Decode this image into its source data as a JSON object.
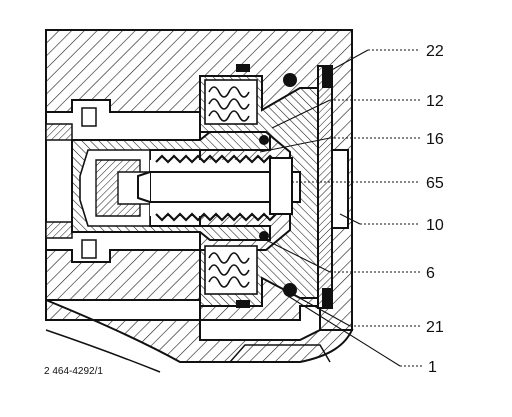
{
  "drawing": {
    "code": "2 464-4292/1",
    "callouts": [
      {
        "id": "c22",
        "label": "22"
      },
      {
        "id": "c12",
        "label": "12"
      },
      {
        "id": "c16",
        "label": "16"
      },
      {
        "id": "c65",
        "label": "65"
      },
      {
        "id": "c10",
        "label": "10"
      },
      {
        "id": "c6",
        "label": "6"
      },
      {
        "id": "c21",
        "label": "21"
      },
      {
        "id": "c1",
        "label": "1"
      }
    ]
  }
}
